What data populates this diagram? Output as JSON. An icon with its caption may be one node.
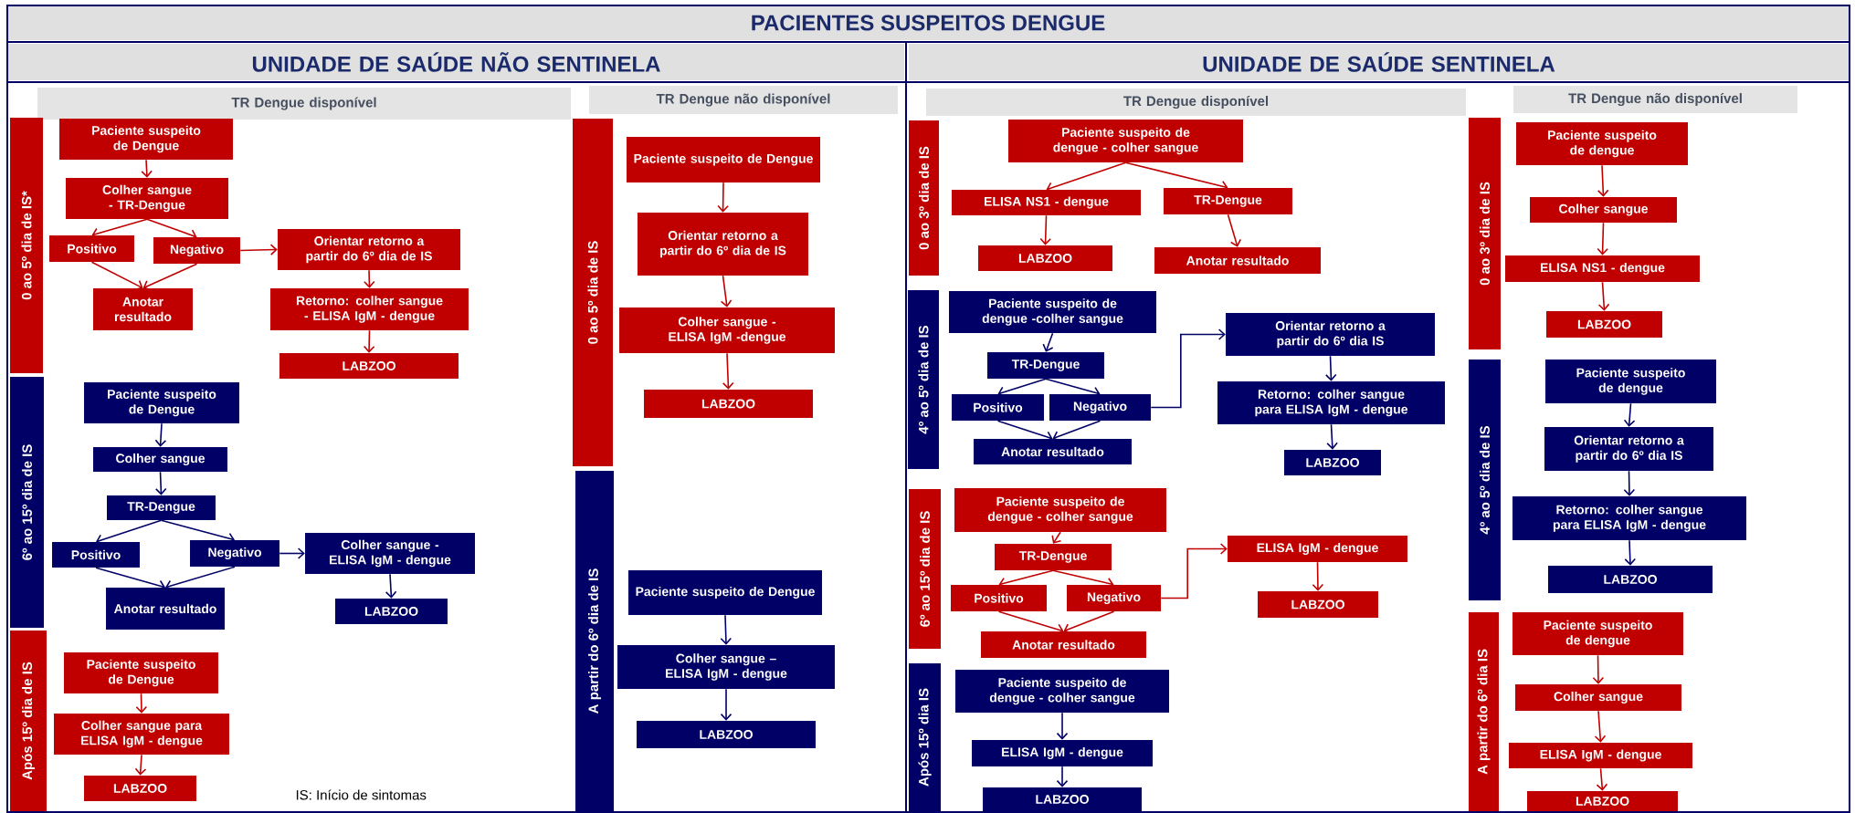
{
  "diagram": {
    "title": "PACIENTES SUSPEITOS DENGUE",
    "nodes": [
      {
        "text": [
          "UNIDADE DE SAÚDE NÃO SENTINELA"
        ]
      },
      {
        "text": [
          "TR Dengue disponível"
        ]
      },
      {
        "text": [
          "0 ao 5º dia de IS*"
        ]
      },
      {
        "text": [
          "Paciente suspeito de Dengue"
        ]
      },
      {
        "text": [
          "Colher sangue - TR-Dengue"
        ]
      },
      {
        "text": [
          "Positivo"
        ]
      },
      {
        "text": [
          "Negativo"
        ]
      },
      {
        "text": [
          "Anotar resultado"
        ]
      },
      {
        "text": [
          "Orientar retorno a partir do 6º dia de IS"
        ]
      },
      {
        "text": [
          "Retorno: colher sangue - ELISA IgM - dengue"
        ]
      },
      {
        "text": [
          "LABZOO"
        ]
      },
      {
        "text": [
          "6º ao 15º dia de IS"
        ]
      },
      {
        "text": [
          "Paciente suspeito de Dengue"
        ]
      },
      {
        "text": [
          "Colher sangue"
        ]
      },
      {
        "text": [
          "TR-Dengue"
        ]
      },
      {
        "text": [
          "Positivo"
        ]
      },
      {
        "text": [
          "Negativo"
        ]
      },
      {
        "text": [
          "Anotar resultado"
        ]
      },
      {
        "text": [
          "Colher sangue - ELISA IgM - dengue"
        ]
      },
      {
        "text": [
          "LABZOO"
        ]
      },
      {
        "text": [
          "Após 15º dia de IS"
        ]
      },
      {
        "text": [
          "Paciente suspeito de Dengue"
        ]
      },
      {
        "text": [
          "Colher sangue para ELISA IgM - dengue"
        ]
      },
      {
        "text": [
          "LABZOO"
        ]
      },
      {
        "text": [
          "TR Dengue não disponível"
        ]
      },
      {
        "text": [
          "0 ao 5º dia de IS"
        ]
      },
      {
        "text": [
          "Paciente suspeito de Dengue"
        ]
      },
      {
        "text": [
          "Orientar retorno a partir do 6º dia de IS"
        ]
      },
      {
        "text": [
          "Colher sangue - ELISA IgM -dengue"
        ]
      },
      {
        "text": [
          "LABZOO"
        ]
      },
      {
        "text": [
          "A partir do 6º dia de IS"
        ]
      },
      {
        "text": [
          "Paciente suspeito de Dengue"
        ]
      },
      {
        "text": [
          "Colher sangue – ELISA IgM - dengue"
        ]
      },
      {
        "text": [
          "LABZOO"
        ]
      },
      {
        "text": [
          "UNIDADE DE SAÚDE SENTINELA"
        ]
      },
      {
        "text": [
          "TR Dengue disponível"
        ]
      },
      {
        "text": [
          "0 ao 3º dia de IS"
        ]
      },
      {
        "text": [
          "Paciente suspeito de dengue - colher sangue"
        ]
      },
      {
        "text": [
          "ELISA NS1 - dengue"
        ]
      },
      {
        "text": [
          "TR-Dengue"
        ]
      },
      {
        "text": [
          "LABZOO"
        ]
      },
      {
        "text": [
          "Anotar resultado"
        ]
      },
      {
        "text": [
          "4º ao 5º dia de IS"
        ]
      },
      {
        "text": [
          "Paciente suspeito de dengue -colher sangue"
        ]
      },
      {
        "text": [
          "TR-Dengue"
        ]
      },
      {
        "text": [
          "Positivo"
        ]
      },
      {
        "text": [
          "Negativo"
        ]
      },
      {
        "text": [
          "Anotar resultado"
        ]
      },
      {
        "text": [
          "Orientar retorno a partir do 6º dia IS"
        ]
      },
      {
        "text": [
          "Retorno: colher sangue para ELISA IgM - dengue"
        ]
      },
      {
        "text": [
          "LABZOO"
        ]
      },
      {
        "text": [
          "6º ao 15º dia de IS"
        ]
      },
      {
        "text": [
          "Paciente suspeito de dengue - colher sangue"
        ]
      },
      {
        "text": [
          "TR-Dengue"
        ]
      },
      {
        "text": [
          "Positivo"
        ]
      },
      {
        "text": [
          "Negativo"
        ]
      },
      {
        "text": [
          "Anotar resultado"
        ]
      },
      {
        "text": [
          "ELISA IgM - dengue"
        ]
      },
      {
        "text": [
          "LABZOO"
        ]
      },
      {
        "text": [
          "Após 15º dia IS"
        ]
      },
      {
        "text": [
          "Paciente suspeito de dengue - colher sangue"
        ]
      },
      {
        "text": [
          "ELISA IgM - dengue"
        ]
      },
      {
        "text": [
          "LABZOO"
        ]
      },
      {
        "text": [
          "TR Dengue não disponível"
        ]
      },
      {
        "text": [
          "0 ao 3º dia de IS"
        ]
      },
      {
        "text": [
          "Paciente suspeito de dengue"
        ]
      },
      {
        "text": [
          "Colher sangue"
        ]
      },
      {
        "text": [
          "ELISA NS1 - dengue"
        ]
      },
      {
        "text": [
          "LABZOO"
        ]
      },
      {
        "text": [
          "4º ao 5º dia de IS"
        ]
      },
      {
        "text": [
          "Paciente suspeito de dengue"
        ]
      },
      {
        "text": [
          "Orientar retorno a partir do 6º dia IS"
        ]
      },
      {
        "text": [
          "Retorno: colher sangue para ELISA IgM - dengue"
        ]
      },
      {
        "text": [
          "LABZOO"
        ]
      },
      {
        "text": [
          "A partir do 6º dia IS"
        ]
      },
      {
        "text": [
          "Paciente suspeito de dengue"
        ]
      },
      {
        "text": [
          "Colher sangue"
        ]
      },
      {
        "text": [
          "ELISA IgM - dengue"
        ]
      },
      {
        "text": [
          "LABZOO"
        ]
      }
    ],
    "edges": [
      {
        "from": 3,
        "to": 4,
        "arrow": "to"
      },
      {
        "from": 4,
        "to": 5,
        "arrow": "to"
      },
      {
        "from": 4,
        "to": 6,
        "arrow": "to"
      },
      {
        "from": 5,
        "to": 7,
        "arrow": "to"
      },
      {
        "from": 6,
        "to": 7,
        "arrow": "to"
      },
      {
        "from": 6,
        "to": 8,
        "arrow": "to"
      },
      {
        "from": 8,
        "to": 9,
        "arrow": "to"
      },
      {
        "from": 9,
        "to": 10,
        "arrow": "to"
      },
      {
        "from": 12,
        "to": 13,
        "arrow": "to",
        "color": "#000066"
      },
      {
        "from": 13,
        "to": 14,
        "arrow": "to",
        "color": "#000066"
      },
      {
        "from": 14,
        "to": 15,
        "arrow": "to",
        "color": "#000066"
      },
      {
        "from": 14,
        "to": 16,
        "arrow": "to",
        "color": "#000066"
      },
      {
        "from": 15,
        "to": 17,
        "arrow": "to",
        "color": "#000066"
      },
      {
        "from": 16,
        "to": 17,
        "arrow": "to",
        "color": "#000066"
      },
      {
        "from": 16,
        "to": 18,
        "arrow": "to",
        "color": "#000066"
      },
      {
        "from": 18,
        "to": 19,
        "arrow": "to",
        "color": "#000066"
      },
      {
        "from": 21,
        "to": 22,
        "arrow": "to"
      },
      {
        "from": 22,
        "to": 23,
        "arrow": "to"
      },
      {
        "from": 26,
        "to": 27,
        "arrow": "to"
      },
      {
        "from": 27,
        "to": 28,
        "arrow": "to"
      },
      {
        "from": 28,
        "to": 29,
        "arrow": "to"
      },
      {
        "from": 31,
        "to": 32,
        "arrow": "to",
        "color": "#000066"
      },
      {
        "from": 32,
        "to": 33,
        "arrow": "to",
        "color": "#000066"
      },
      {
        "from": 37,
        "to": 38,
        "arrow": "to"
      },
      {
        "from": 37,
        "to": 39,
        "arrow": "to"
      },
      {
        "from": 38,
        "to": 40,
        "arrow": "to"
      },
      {
        "from": 39,
        "to": 41,
        "arrow": "to"
      },
      {
        "from": 43,
        "to": 44,
        "arrow": "to",
        "color": "#000066"
      },
      {
        "from": 44,
        "to": 45,
        "arrow": "to",
        "color": "#000066"
      },
      {
        "from": 44,
        "to": 46,
        "arrow": "to",
        "color": "#000066"
      },
      {
        "from": 45,
        "to": 47,
        "arrow": "to",
        "color": "#000066"
      },
      {
        "from": 46,
        "to": 47,
        "arrow": "to",
        "color": "#000066"
      },
      {
        "from": 46,
        "to": 48,
        "arrow": "to",
        "color": "#000066"
      },
      {
        "from": 48,
        "to": 49,
        "arrow": "to",
        "color": "#000066"
      },
      {
        "from": 49,
        "to": 50,
        "arrow": "to",
        "color": "#000066"
      },
      {
        "from": 52,
        "to": 53,
        "arrow": "to"
      },
      {
        "from": 53,
        "to": 54,
        "arrow": "to"
      },
      {
        "from": 53,
        "to": 55,
        "arrow": "to"
      },
      {
        "from": 54,
        "to": 56,
        "arrow": "to"
      },
      {
        "from": 55,
        "to": 56,
        "arrow": "to"
      },
      {
        "from": 55,
        "to": 57,
        "arrow": "to"
      },
      {
        "from": 57,
        "to": 58,
        "arrow": "to"
      },
      {
        "from": 60,
        "to": 61,
        "arrow": "to",
        "color": "#000066"
      },
      {
        "from": 61,
        "to": 62,
        "arrow": "to",
        "color": "#000066"
      },
      {
        "from": 65,
        "to": 66,
        "arrow": "to"
      },
      {
        "from": 66,
        "to": 67,
        "arrow": "to"
      },
      {
        "from": 67,
        "to": 68,
        "arrow": "to"
      },
      {
        "from": 70,
        "to": 71,
        "arrow": "to",
        "color": "#000066"
      },
      {
        "from": 71,
        "to": 72,
        "arrow": "to",
        "color": "#000066"
      },
      {
        "from": 72,
        "to": 73,
        "arrow": "to",
        "color": "#000066"
      },
      {
        "from": 75,
        "to": 76,
        "arrow": "to"
      },
      {
        "from": 76,
        "to": 77,
        "arrow": "to"
      },
      {
        "from": 77,
        "to": 78,
        "arrow": "to"
      }
    ],
    "labels": [
      "IS: Início de sintomas"
    ]
  }
}
